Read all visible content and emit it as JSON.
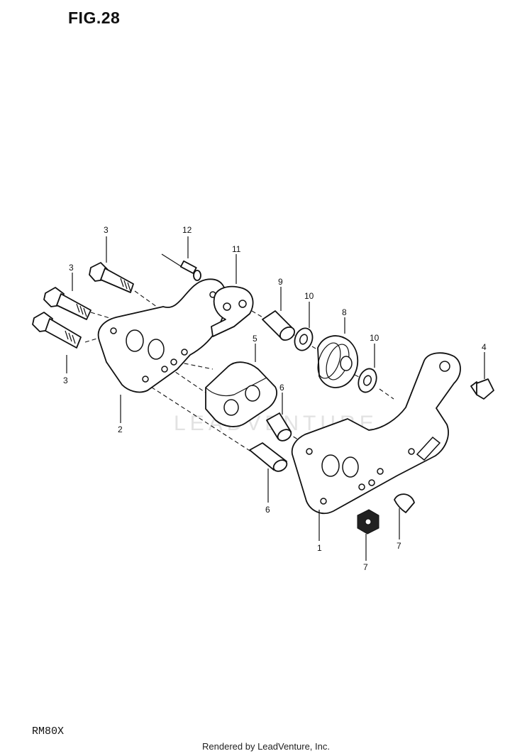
{
  "header": {
    "figure_title": "FIG.28"
  },
  "footer": {
    "model_code": "RM80X",
    "credit": "Rendered by LeadVenture, Inc."
  },
  "watermark": {
    "text": "LEADVENTURE"
  },
  "callouts": {
    "c1": "1",
    "c2": "2",
    "c3a": "3",
    "c3b": "3",
    "c3c": "3",
    "c4": "4",
    "c5": "5",
    "c6a": "6",
    "c6b": "6",
    "c7a": "7",
    "c7b": "7",
    "c8": "8",
    "c9": "9",
    "c10a": "10",
    "c10b": "10",
    "c11": "11",
    "c12": "12"
  }
}
